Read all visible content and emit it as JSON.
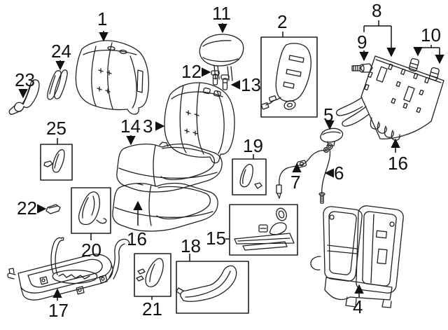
{
  "colors": {
    "background": "#ffffff",
    "line": "#231f20",
    "text": "#111111"
  },
  "diagram": {
    "labels": {
      "p1": "1",
      "p2": "2",
      "p3": "3",
      "p4": "4",
      "p5": "5",
      "p6": "6",
      "p7": "7",
      "p8": "8",
      "p9": "9",
      "p10": "10",
      "p11": "11",
      "p12": "12",
      "p13": "13",
      "p14": "14",
      "p15": "15",
      "p16": "16",
      "p17": "17",
      "p18": "18",
      "p19": "19",
      "p20": "20",
      "p21": "21",
      "p22": "22",
      "p23": "23",
      "p24": "24",
      "p25": "25"
    }
  }
}
